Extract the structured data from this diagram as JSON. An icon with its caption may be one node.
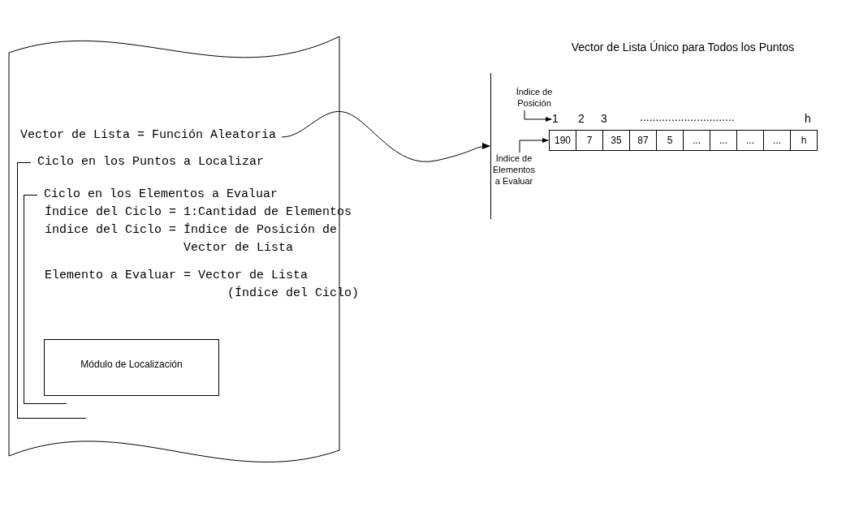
{
  "diagram": {
    "title": "Vector de Lista Único para Todos los Puntos",
    "nodes": [
      {
        "text": [],
        "shape": "document"
      },
      {
        "text": [
          "Vector de Lista = Función Aleatoria"
        ],
        "in": 0
      },
      {
        "text": [
          "Ciclo en los Puntos a Localizar"
        ],
        "in": 0
      },
      {
        "text": [
          "Ciclo en los Elementos a Evaluar",
          "Índice del Ciclo = 1:Cantidad de Elementos",
          "índice del Ciclo = Índice de Posición de Vector de Lista",
          "Elemento a Evaluar = Vector de Lista (Índice del Ciclo)"
        ],
        "in": 2
      },
      {
        "text": [
          "Módulo de Localización"
        ],
        "in": 3
      },
      {
        "text": [],
        "shape": "bar"
      },
      {
        "text": [
          "Índice de Posición"
        ]
      },
      {
        "text": [
          "1"
        ]
      },
      {
        "text": [
          "190",
          "7",
          "35",
          "87",
          "5",
          "...",
          "...",
          "...",
          "...",
          "h"
        ]
      },
      {
        "text": [
          "Índice de Elementos a Evaluar"
        ]
      }
    ],
    "edges": [
      {
        "from": 1,
        "to": 5,
        "arrow": "to"
      },
      {
        "from": 6,
        "to": 7,
        "arrow": "to"
      },
      {
        "from": 9,
        "to": 8,
        "arrow": "to"
      }
    ],
    "labels": [
      "2",
      "3",
      "..............................",
      "h"
    ]
  }
}
